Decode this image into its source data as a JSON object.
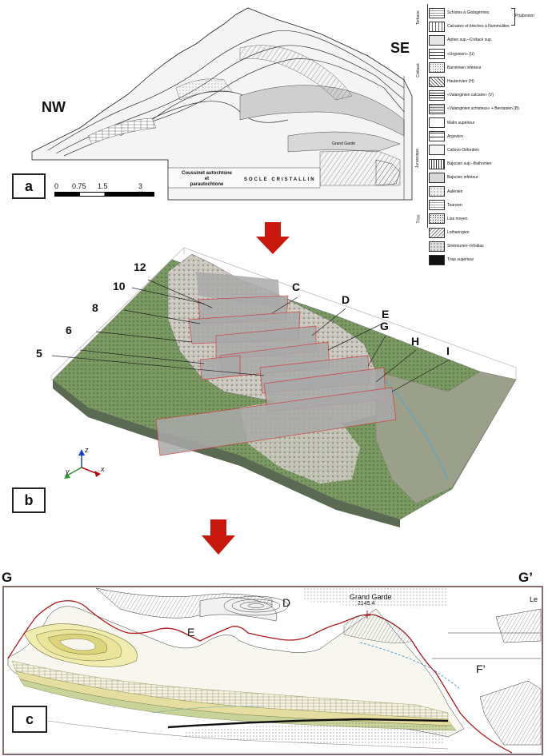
{
  "panel_a": {
    "label": "a",
    "nw": "NW",
    "se": "SE",
    "scale": {
      "ticks": [
        "0",
        "0.75",
        "1.5",
        "3 Km"
      ]
    },
    "section_text": {
      "autochthone": "Coussinet autochtone\net\nparautochtone",
      "socle": "SOCLE CRISTALLIN",
      "grand_garde": "Grand Garde"
    },
    "legend": {
      "group_tertiary": "Tertiaire",
      "group_cretaceous": "Crétacé",
      "group_jurassic": "Jurassique",
      "group_trias": "Trias",
      "bracket_label": "Priabonien",
      "items": [
        {
          "text": "Schistes à Globigérines"
        },
        {
          "text": "Calcaires et brèches à Nummulites"
        },
        {
          "text": "Aptien sup.–Crétacé sup."
        },
        {
          "text": "«Urgonien» (U)"
        },
        {
          "text": "Barrémien inférieur"
        },
        {
          "text": "Hauterivien (H)"
        },
        {
          "text": "«Valanginien calcaire» (V)"
        },
        {
          "text": "«Valanginien schisteux» + Berriasien (B)"
        },
        {
          "text": "Malm supérieur"
        },
        {
          "text": "Argovien"
        },
        {
          "text": "Callovo-Oxfordien"
        },
        {
          "text": "Bajocien sup.–Bathonien"
        },
        {
          "text": "Bajocien inférieur"
        },
        {
          "text": "Aalénien"
        },
        {
          "text": "Toarcien"
        },
        {
          "text": "Lias moyen"
        },
        {
          "text": "Lotharingien"
        },
        {
          "text": "Sinémurien–Infralias"
        },
        {
          "text": "Trias supérieur"
        }
      ]
    }
  },
  "panel_b": {
    "label": "b",
    "section_numbers": [
      "12",
      "10",
      "8",
      "6",
      "5"
    ],
    "section_letters": [
      "C",
      "D",
      "E",
      "G",
      "H",
      "I"
    ],
    "axes": {
      "x": "x",
      "y": "y",
      "z": "z"
    }
  },
  "panel_c": {
    "label": "c",
    "left_end": "G",
    "right_end": "G’",
    "d": "D",
    "e": "E",
    "f": "F’",
    "le": "Le",
    "grand_garde": "Grand Garde",
    "grand_garde_alt": "2145.4"
  },
  "colors": {
    "arrow_red": "#c8170c",
    "section_red": "#d43a3a",
    "terrain_green": "#7d9a63",
    "terrain_rock": "#b7b3a8",
    "section_fill": "#a9a9a9",
    "axis_x": "#b01010",
    "axis_y": "#2a9a2a",
    "axis_z": "#1a3fc4",
    "c_border": "#8a6a6a"
  }
}
